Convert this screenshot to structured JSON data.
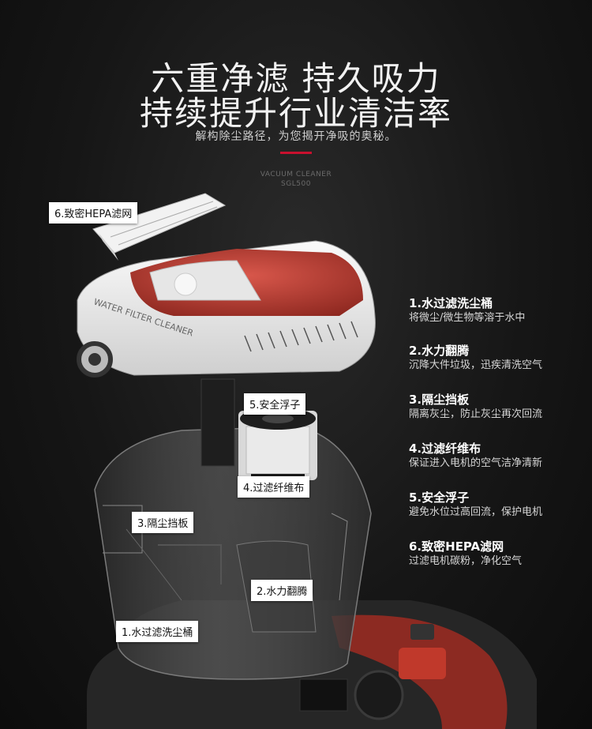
{
  "header": {
    "title_line1": "六重净滤 持久吸力",
    "title_line2": "持续提升行业清洁率",
    "subtitle": "解构除尘路径，为您揭开净吸的奥秘。",
    "model_line1": "VACUUM CLEANER",
    "model_line2": "SGL500"
  },
  "product": {
    "lid_brand_text": "WATER FILTER CLEANER"
  },
  "callouts": {
    "hepa": "6.致密HEPA滤网",
    "float": "5.安全浮子",
    "filter_cloth": "4.过滤纤维布",
    "baffle": "3.隔尘挡板",
    "water_turn": "2.水力翻腾",
    "bucket": "1.水过滤洗尘桶"
  },
  "features": [
    {
      "title": "1.水过滤洗尘桶",
      "desc": "将微尘/微生物等溶于水中"
    },
    {
      "title": "2.水力翻腾",
      "desc": "沉降大件垃圾，迅疾清洗空气"
    },
    {
      "title": "3.隔尘挡板",
      "desc": "隔离灰尘，防止灰尘再次回流"
    },
    {
      "title": "4.过滤纤维布",
      "desc": "保证进入电机的空气洁净清新"
    },
    {
      "title": "5.安全浮子",
      "desc": "避免水位过高回流，保护电机"
    },
    {
      "title": "6.致密HEPA滤网",
      "desc": "过滤电机碳粉，净化空气"
    }
  ],
  "colors": {
    "accent_red": "#c8102e",
    "lid_white": "#eeeeee",
    "lid_red": "#b73a2f",
    "tank_grey": "#4a4a4a"
  }
}
